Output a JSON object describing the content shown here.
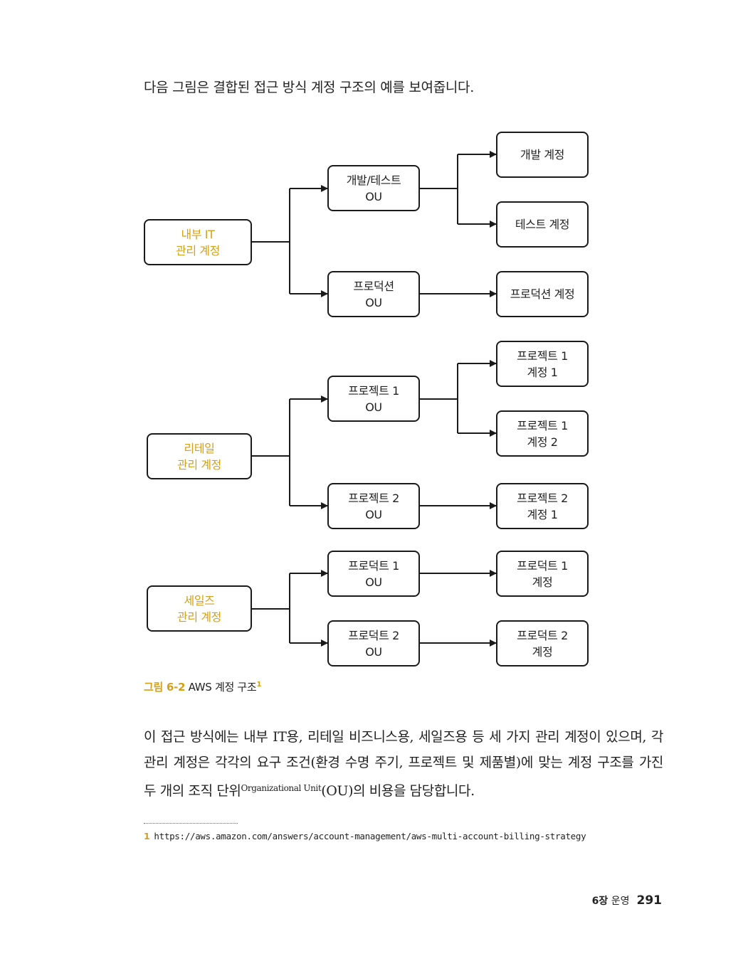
{
  "intro": "다음 그림은 결합된 접근 방식 계정 구조의 예를 보여줍니다.",
  "diagram": {
    "accent_color": "#d4a017",
    "management": [
      {
        "line1": "내부 IT",
        "line2": "관리 계정"
      },
      {
        "line1": "리테일",
        "line2": "관리 계정"
      },
      {
        "line1": "세일즈",
        "line2": "관리 계정"
      }
    ],
    "ous": [
      {
        "line1": "개발/테스트",
        "line2": "OU"
      },
      {
        "line1": "프로덕션",
        "line2": "OU"
      },
      {
        "line1": "프로젝트 1",
        "line2": "OU"
      },
      {
        "line1": "프로젝트 2",
        "line2": "OU"
      },
      {
        "line1": "프로덕트 1",
        "line2": "OU"
      },
      {
        "line1": "프로덕트 2",
        "line2": "OU"
      }
    ],
    "accounts": [
      {
        "line1": "개발 계정",
        "line2": ""
      },
      {
        "line1": "테스트 계정",
        "line2": ""
      },
      {
        "line1": "프로덕션 계정",
        "line2": ""
      },
      {
        "line1": "프로젝트 1",
        "line2": "계정 1"
      },
      {
        "line1": "프로젝트 1",
        "line2": "계정 2"
      },
      {
        "line1": "프로젝트 2",
        "line2": "계정 1"
      },
      {
        "line1": "프로덕트 1",
        "line2": "계정"
      },
      {
        "line1": "프로덕트 2",
        "line2": "계정"
      }
    ]
  },
  "caption": {
    "label": "그림 6-2",
    "text": " AWS 계정 구조",
    "footnote_ref": "1"
  },
  "body": {
    "part1": "이 접근 방식에는 내부 IT용, 리테일 비즈니스용, 세일즈용 등 세 가지 관리 계정이 있으며, 각 관리 계정은 각각의 요구 조건(환경 수명 주기, 프로젝트 및 제품별)에 맞는 계정 구조를 가진 두 개의 조직 단위",
    "sup": "Organizational Unit",
    "part2": "(OU)의 비용을 담당합니다."
  },
  "footnote": {
    "number": "1",
    "url": "https://aws.amazon.com/answers/account-management/aws-multi-account-billing-strategy"
  },
  "footer": {
    "chapter_num": "6장",
    "chapter_title": " 운영",
    "page": "291"
  }
}
